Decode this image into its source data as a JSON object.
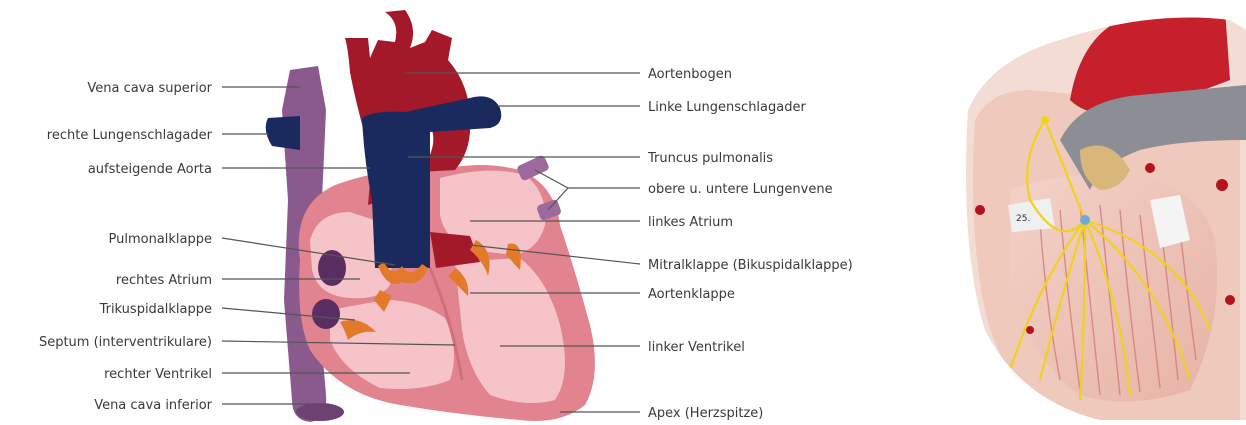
{
  "labels_left": [
    "Vena cava superior",
    "rechte Lungenschlagader",
    "aufsteigende Aorta",
    "Pulmonalklappe",
    "rechtes Atrium",
    "Trikuspidalklappe",
    "Septum (interventrikulare)",
    "rechter Ventrikel",
    "Vena cava inferior"
  ],
  "labels_right": [
    "Aortenbogen",
    "Linke Lungenschlagader",
    "Truncus pulmonalis",
    "obere u. untere Lungenvene",
    "linkes Atrium",
    "Mitralklappe (Bikuspidalklappe)",
    "Aortenklappe",
    "linker Ventrikel",
    "Apex (Herzspitze)"
  ],
  "photo_tags": [
    "25."
  ],
  "colors": {
    "aorta": "#a3192a",
    "pulmonary": "#1b2a5e",
    "vena_cava": "#8a5a8e",
    "heart_outer": "#e2848f",
    "heart_inner": "#f6c3c9",
    "valve": "#e37a2a",
    "leader": "#555555"
  }
}
